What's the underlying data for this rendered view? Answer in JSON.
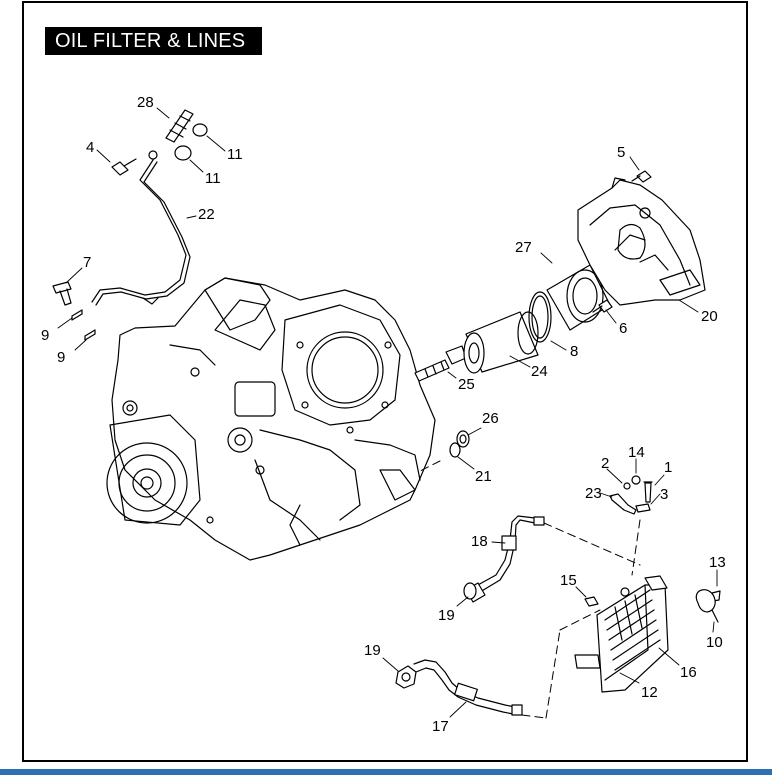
{
  "title": "OIL FILTER & LINES",
  "callouts": [
    "28",
    "11",
    "4",
    "11",
    "22",
    "5",
    "7",
    "27",
    "9",
    "9",
    "6",
    "20",
    "8",
    "24",
    "25",
    "26",
    "21",
    "2",
    "14",
    "1",
    "23",
    "3",
    "18",
    "13",
    "15",
    "19",
    "10",
    "16",
    "19",
    "12",
    "17"
  ],
  "colors": {
    "ink": "#000000",
    "background": "#ffffff",
    "title_bg": "#000000",
    "title_fg": "#ffffff",
    "bottom_bar": "#2c6fb2"
  }
}
